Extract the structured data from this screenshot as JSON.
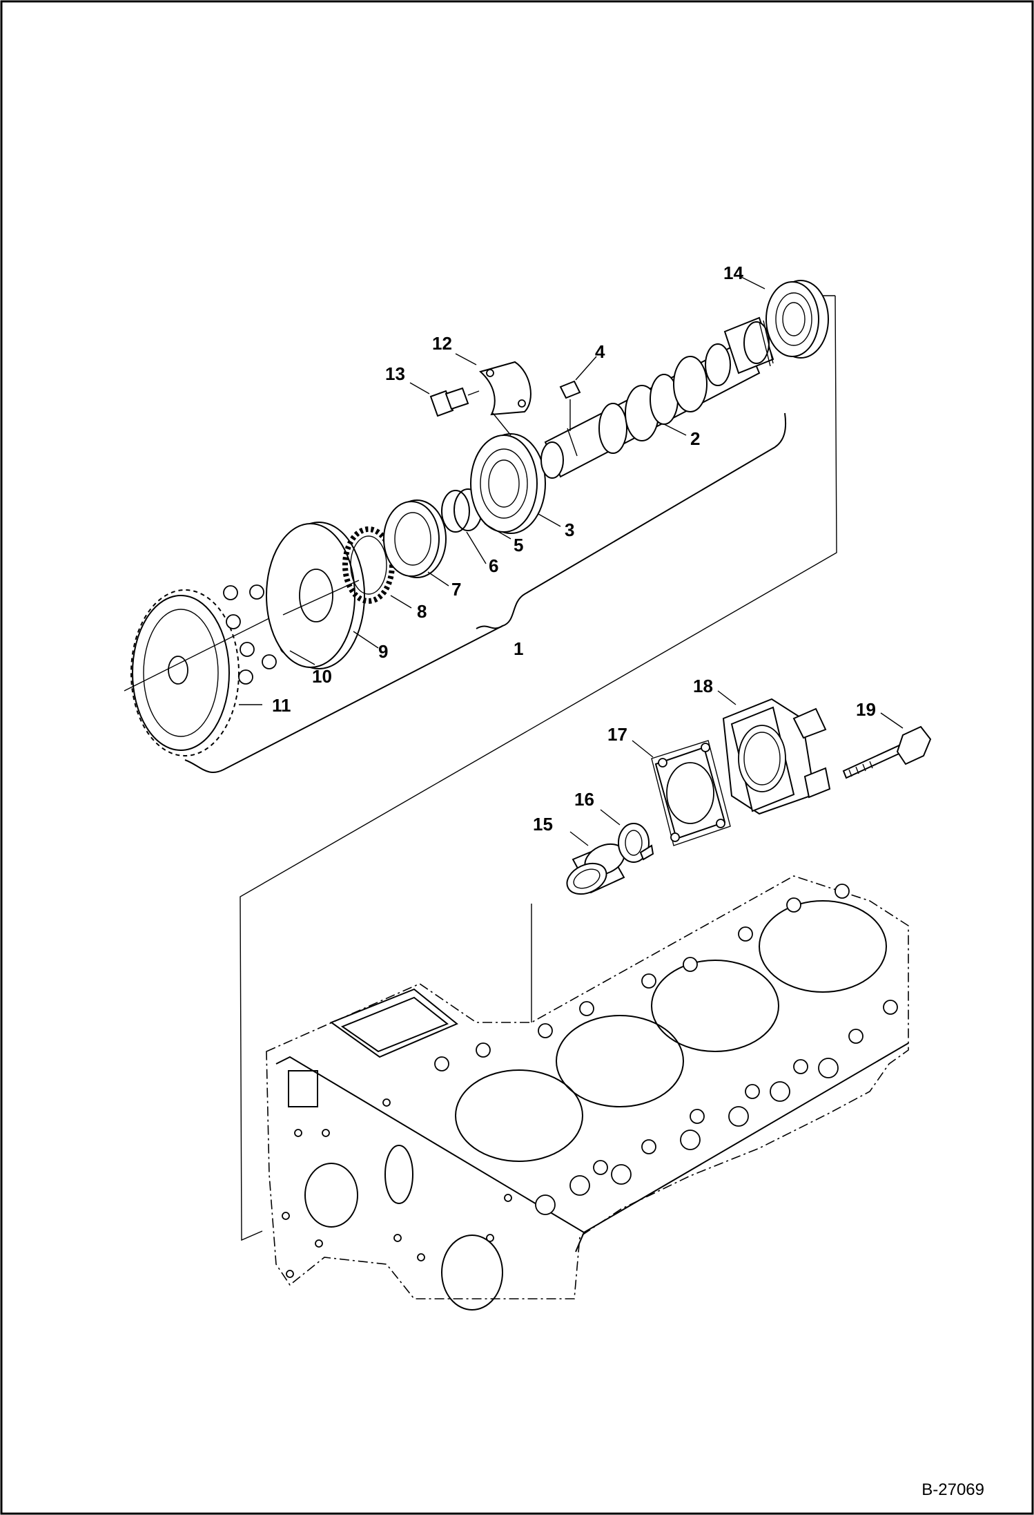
{
  "figure_ref": "B-27069",
  "callouts": [
    "1",
    "2",
    "3",
    "4",
    "5",
    "6",
    "7",
    "8",
    "9",
    "10",
    "11",
    "12",
    "13",
    "14",
    "15",
    "16",
    "17",
    "18",
    "19"
  ]
}
